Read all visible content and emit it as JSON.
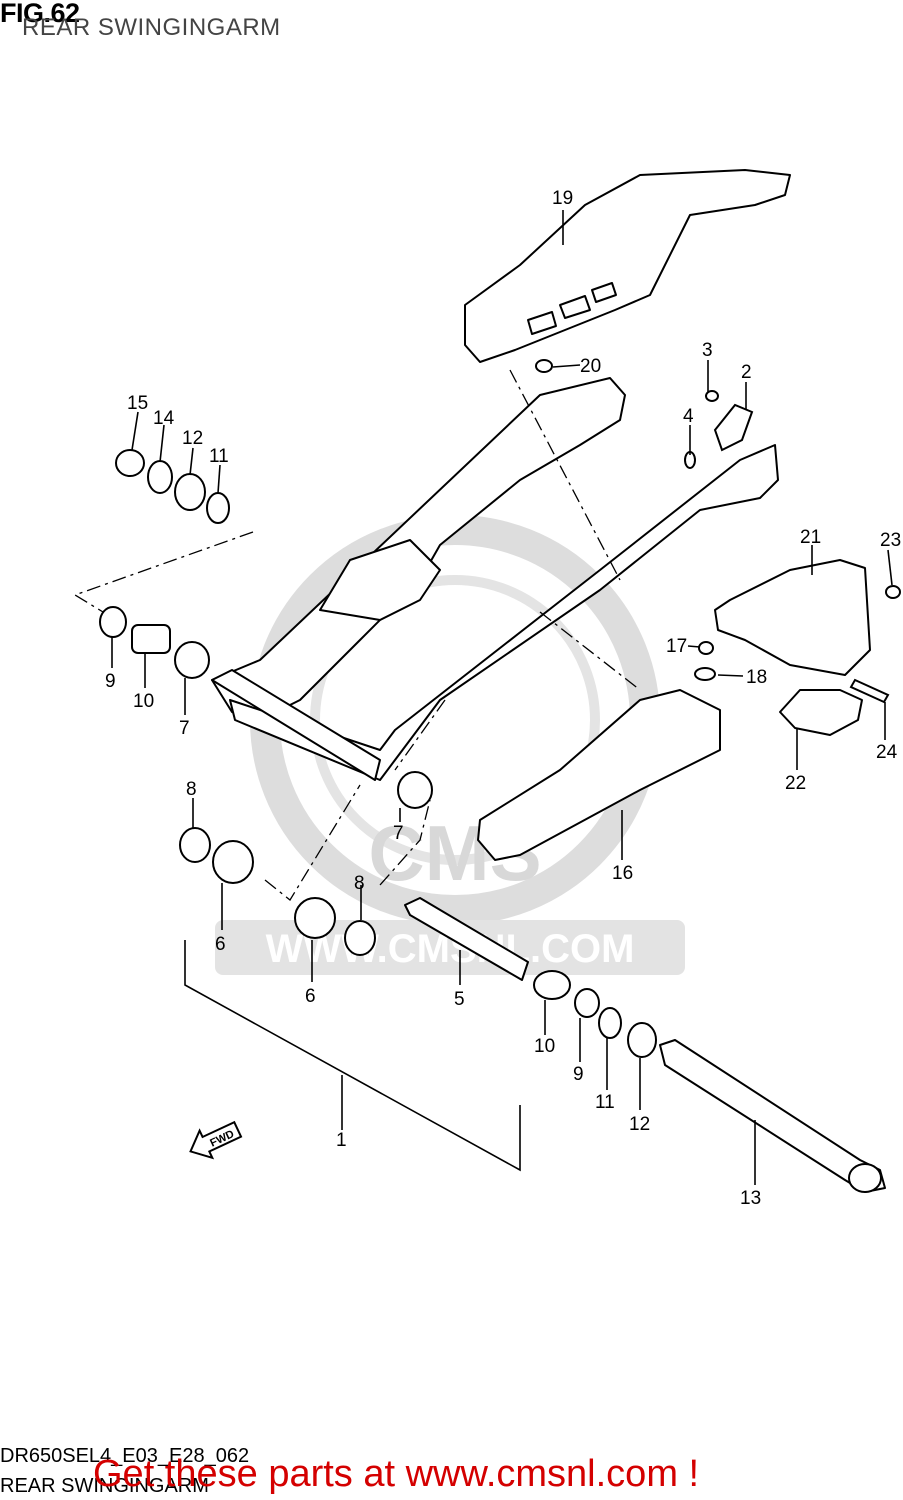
{
  "header": {
    "fig": "FIG.62",
    "title": "REAR SWINGINGARM"
  },
  "watermark": {
    "brand": "CMS",
    "url": "WWW.CMSNL.COM",
    "color": "#d8d8d8"
  },
  "callouts": [
    "19",
    "20",
    "3",
    "2",
    "4",
    "15",
    "14",
    "12",
    "11",
    "23",
    "21",
    "17",
    "18",
    "9",
    "10",
    "7",
    "24",
    "22",
    "8",
    "7",
    "16",
    "6",
    "8",
    "6",
    "5",
    "10",
    "9",
    "11",
    "12",
    "1",
    "13"
  ],
  "fwd_arrow": {
    "label": "FWD",
    "icon": "forward-arrow-icon"
  },
  "footer": {
    "code": "DR650SEL4_E03_E28_062",
    "subtitle": "REAR SWINGINGARM",
    "cta": "Get these parts at www.cmsnl.com !",
    "cta_color": "#d40000"
  }
}
